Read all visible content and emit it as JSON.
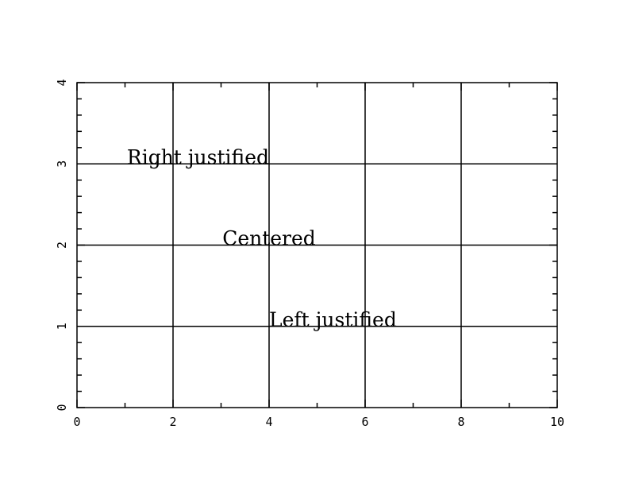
{
  "chart_data": {
    "type": "scatter",
    "title": "",
    "xlabel": "",
    "ylabel": "",
    "xlim": [
      0,
      10
    ],
    "ylim": [
      0,
      4
    ],
    "grid": true,
    "x_major_ticks": [
      0,
      2,
      4,
      6,
      8,
      10
    ],
    "x_tick_labels": [
      "0",
      "2",
      "4",
      "6",
      "8",
      "10"
    ],
    "y_major_ticks": [
      0,
      1,
      2,
      3,
      4
    ],
    "y_tick_labels": [
      "0",
      "1",
      "2",
      "3",
      "4"
    ],
    "annotations": [
      {
        "text": "Right justified",
        "x": 4,
        "y": 3,
        "justification": "right"
      },
      {
        "text": "Centered",
        "x": 4,
        "y": 2,
        "justification": "center"
      },
      {
        "text": "Left justified",
        "x": 4,
        "y": 1,
        "justification": "left"
      }
    ],
    "colors": {
      "axis": "#000000",
      "grid": "#000000",
      "background": "#ffffff"
    }
  }
}
